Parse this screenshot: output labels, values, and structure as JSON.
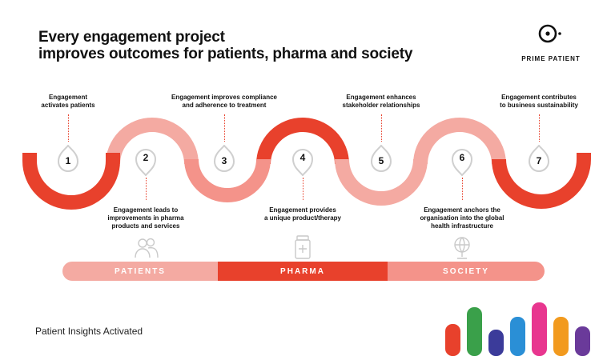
{
  "title": {
    "line1": "Every engagement project",
    "line2": "improves outcomes for patients, pharma and society"
  },
  "logo": {
    "name": "PRIME PATIENT",
    "icon": "prime-patient-logo-icon"
  },
  "steps": [
    {
      "num": "1",
      "label1": "Engagement",
      "label2": "activates patients",
      "label3": ""
    },
    {
      "num": "2",
      "label1": "Engagement leads to",
      "label2": "improvements in pharma",
      "label3": "products and services"
    },
    {
      "num": "3",
      "label1": "Engagement improves compliance",
      "label2": "and adherence to treatment",
      "label3": ""
    },
    {
      "num": "4",
      "label1": "Engagement provides",
      "label2": "a unique product/therapy",
      "label3": ""
    },
    {
      "num": "5",
      "label1": "Engagement enhances",
      "label2": "stakeholder relationships",
      "label3": ""
    },
    {
      "num": "6",
      "label1": "Engagement anchors the",
      "label2": "organisation into the global",
      "label3": "health infrastructure"
    },
    {
      "num": "7",
      "label1": "Engagement contributes",
      "label2": "to business sustainability",
      "label3": ""
    }
  ],
  "categories": [
    {
      "label": "PATIENTS",
      "icon": "people-icon",
      "color": "#f4aaa2"
    },
    {
      "label": "PHARMA",
      "icon": "medicine-bottle-icon",
      "color": "#e8412c"
    },
    {
      "label": "SOCIETY",
      "icon": "globe-icon",
      "color": "#f4938a"
    }
  ],
  "tagline": "Patient Insights Activated",
  "colors": {
    "accent": "#e8412c",
    "light": "#f4aaa2",
    "mid": "#f4938a"
  },
  "decor_bars": {
    "colors": [
      "#e8412c",
      "#3aa04a",
      "#3b3b9a",
      "#2a8fd6",
      "#e8368f",
      "#f29a1e",
      "#6a3a9a"
    ]
  }
}
